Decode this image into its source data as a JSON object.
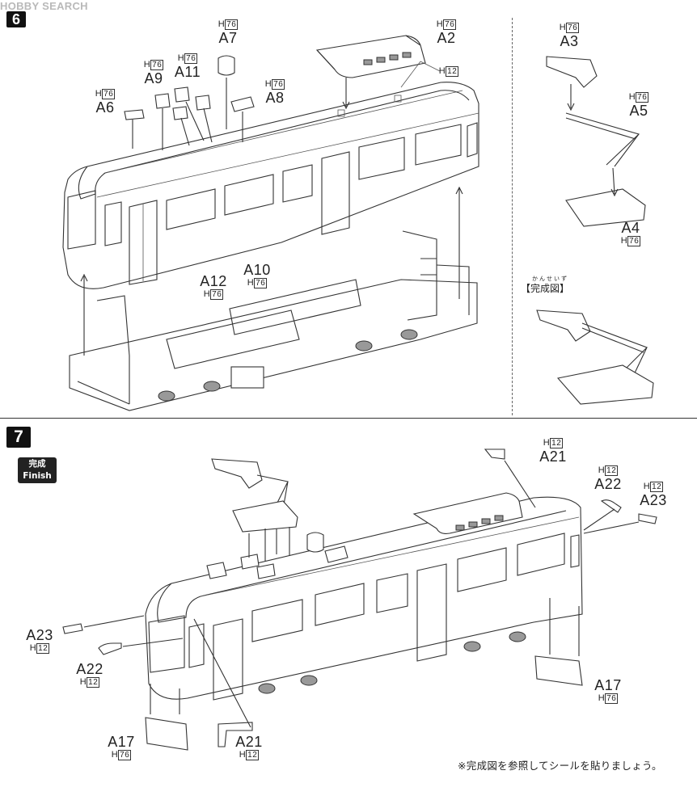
{
  "watermark": "HOBBY SEARCH",
  "step6": {
    "badge": "6"
  },
  "step7": {
    "badge": "7",
    "finish_jp": "完成",
    "finish_en": "Finish"
  },
  "completed_diagram": {
    "ruby": "かんせいず",
    "label": "【完成図】"
  },
  "note": {
    "text": "※完成図を参照してシールを貼りましょう。"
  },
  "parts": {
    "a2": {
      "name": "A2",
      "code": "H",
      "num": "76"
    },
    "a2b": {
      "code": "H",
      "num": "12"
    },
    "a3": {
      "name": "A3",
      "code": "H",
      "num": "76"
    },
    "a4": {
      "name": "A4",
      "code": "H",
      "num": "76"
    },
    "a5": {
      "name": "A5",
      "code": "H",
      "num": "76"
    },
    "a6": {
      "name": "A6",
      "code": "H",
      "num": "76"
    },
    "a7": {
      "name": "A7",
      "code": "H",
      "num": "76"
    },
    "a8": {
      "name": "A8",
      "code": "H",
      "num": "76"
    },
    "a9": {
      "name": "A9",
      "code": "H",
      "num": "76"
    },
    "a10": {
      "name": "A10",
      "code": "H",
      "num": "76"
    },
    "a11": {
      "name": "A11",
      "code": "H",
      "num": "76"
    },
    "a12": {
      "name": "A12",
      "code": "H",
      "num": "76"
    },
    "a21r": {
      "name": "A21",
      "code": "H",
      "num": "12"
    },
    "a21l": {
      "name": "A21",
      "code": "H",
      "num": "12"
    },
    "a22r": {
      "name": "A22",
      "code": "H",
      "num": "12"
    },
    "a22l": {
      "name": "A22",
      "code": "H",
      "num": "12"
    },
    "a23r": {
      "name": "A23",
      "code": "H",
      "num": "12"
    },
    "a23l": {
      "name": "A23",
      "code": "H",
      "num": "12"
    },
    "a17r": {
      "name": "A17",
      "code": "H",
      "num": "76"
    },
    "a17l": {
      "name": "A17",
      "code": "H",
      "num": "76"
    }
  }
}
